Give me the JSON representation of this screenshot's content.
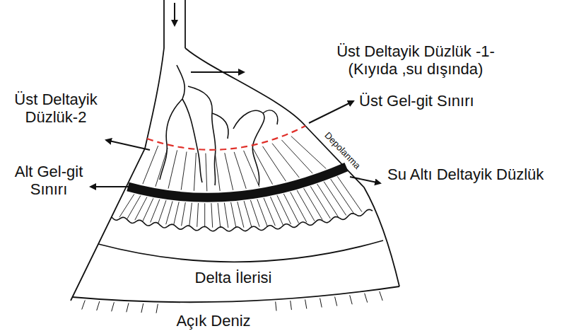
{
  "diagram": {
    "labels": [
      "Üst Deltayik Düzlük -1- (Kıyıda ,su dışında)",
      "Üst Gel-git Sınırı",
      "Üst Deltayik Düzlük-2",
      "Alt Gel-git Sınırı",
      "Su Altı Deltayik Düzlük",
      "Depolanma",
      "Delta İlerisi",
      "Açık Deniz"
    ]
  }
}
